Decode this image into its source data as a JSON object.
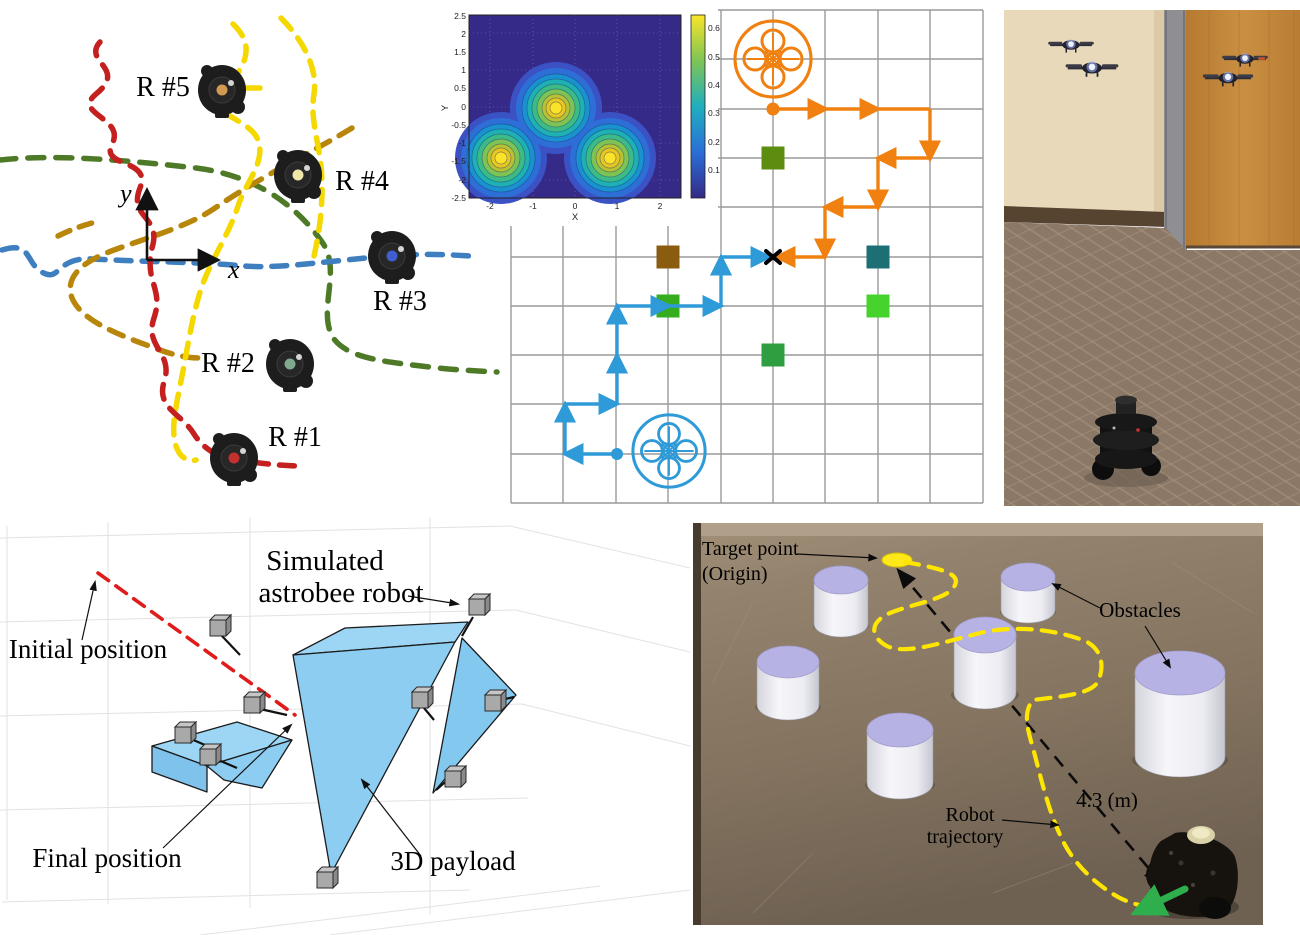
{
  "multi_robot": {
    "axis_x": "x",
    "axis_y": "y",
    "robots": [
      {
        "label": "R #1",
        "trajectory_color": "#c42020"
      },
      {
        "label": "R #2",
        "trajectory_color": "#4e7a28"
      },
      {
        "label": "R #3",
        "trajectory_color": "#3f7fbf"
      },
      {
        "label": "R #4",
        "trajectory_color": "#b8860b"
      },
      {
        "label": "R #5",
        "trajectory_color": "#f5d800"
      }
    ]
  },
  "contour": {
    "xlabel": "X",
    "ylabel": "Y",
    "x_ticks": [
      "-2",
      "-1",
      "0",
      "1",
      "2"
    ],
    "y_ticks": [
      "2.5",
      "2",
      "1.5",
      "1",
      "0.5",
      "0",
      "-0.5",
      "-1",
      "-1.5",
      "-2",
      "-2.5"
    ],
    "cbar_ticks": [
      "0.6",
      "0.5",
      "0.4",
      "0.3",
      "0.2",
      "0.1"
    ]
  },
  "payload3d": {
    "initial_position": "Initial position",
    "simulated_line1": "Simulated",
    "simulated_line2": "astrobee robot",
    "final_position": "Final position",
    "payload_label": "3D payload"
  },
  "obstacle": {
    "target_line1": "Target point",
    "target_line2": "(Origin)",
    "obstacles": "Obstacles",
    "trajectory_line1": "Robot",
    "trajectory_line2": "trajectory",
    "distance": "4.3 (m)"
  },
  "colors": {
    "orange_path": "#f0800f",
    "blue_path": "#2e9ad8",
    "square_olive": "#5c8c10",
    "square_brown": "#8a5c0f",
    "square_teal": "#1b6f75",
    "square_green": "#35ad1e",
    "square_lightgreen": "#46d32d",
    "square_forest": "#2f9e41",
    "payload_blue": "#8ecdf2",
    "trajectory_yellow": "#ffe600",
    "target_yellow": "#ffe81a",
    "green_arrow": "#2fae4e",
    "red_dash": "#e01b1b"
  },
  "chart_data": [
    {
      "type": "heatmap",
      "subtype": "contour-gaussian-mixture",
      "xlabel": "X",
      "ylabel": "Y",
      "xlim": [
        -2.5,
        2.5
      ],
      "ylim": [
        -2.5,
        2.5
      ],
      "colorbar_range": [
        0.1,
        0.6
      ],
      "peaks": [
        {
          "x": -0.2,
          "y": 0.0,
          "value": 0.6
        },
        {
          "x": -1.5,
          "y": -1.4,
          "value": 0.6
        },
        {
          "x": 1.05,
          "y": -1.4,
          "value": 0.6
        }
      ],
      "grid": true,
      "legend_position": "colorbar-right"
    },
    {
      "type": "scatter",
      "subtype": "grid-path-planner",
      "grid_cols": 9,
      "grid_rows": 10,
      "orange_drone_cell": [
        5,
        1
      ],
      "blue_drone_cell": [
        3,
        9
      ],
      "meeting_cell": [
        5,
        5
      ],
      "orange_path_cells": [
        [
          5,
          2
        ],
        [
          8,
          2
        ],
        [
          8,
          3
        ],
        [
          7,
          3
        ],
        [
          7,
          4
        ],
        [
          6,
          4
        ],
        [
          6,
          5
        ],
        [
          5,
          5
        ]
      ],
      "blue_path_cells": [
        [
          2,
          9
        ],
        [
          1,
          9
        ],
        [
          1,
          8
        ],
        [
          2,
          8
        ],
        [
          2,
          6
        ],
        [
          4,
          6
        ],
        [
          4,
          5
        ],
        [
          5,
          5
        ]
      ],
      "obstacle_cells": [
        {
          "cell": [
            5,
            3
          ],
          "color": "#5c8c10"
        },
        {
          "cell": [
            3,
            5
          ],
          "color": "#8a5c0f"
        },
        {
          "cell": [
            7,
            5
          ],
          "color": "#1b6f75"
        },
        {
          "cell": [
            3,
            6
          ],
          "color": "#35ad1e"
        },
        {
          "cell": [
            7,
            6
          ],
          "color": "#46d32d"
        },
        {
          "cell": [
            5,
            7
          ],
          "color": "#2f9e41"
        }
      ]
    }
  ]
}
